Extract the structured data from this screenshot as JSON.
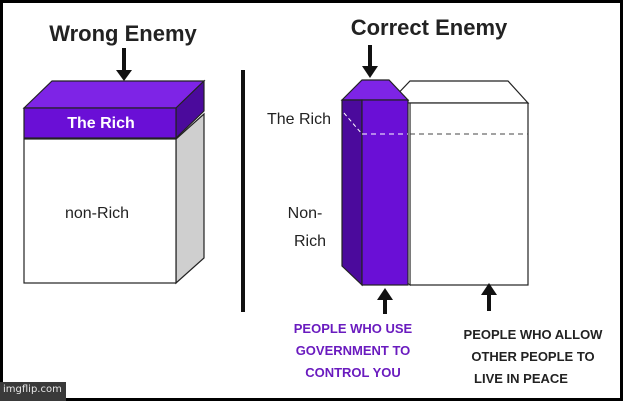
{
  "left_panel": {
    "title": "Wrong Enemy",
    "top_block_label": "The Rich",
    "bottom_block_label": "non-Rich"
  },
  "right_panel": {
    "title": "Correct Enemy",
    "side_label_top": "The Rich",
    "side_label_bottom_line1": "Non-",
    "side_label_bottom_line2": "Rich",
    "caption_left": [
      "PEOPLE WHO USE",
      "GOVERNMENT TO",
      "CONTROL YOU"
    ],
    "caption_right": [
      "PEOPLE WHO ALLOW",
      "OTHER PEOPLE TO",
      "LIVE IN PEACE"
    ]
  },
  "watermark": "imgflip.com",
  "colors": {
    "purple_front": "#6a0fd6",
    "purple_top": "#7e24e6",
    "purple_side": "#4b0a9c",
    "caption_purple": "#6a1bbf",
    "gray_side": "#cfcfcf",
    "stroke": "#222222"
  }
}
